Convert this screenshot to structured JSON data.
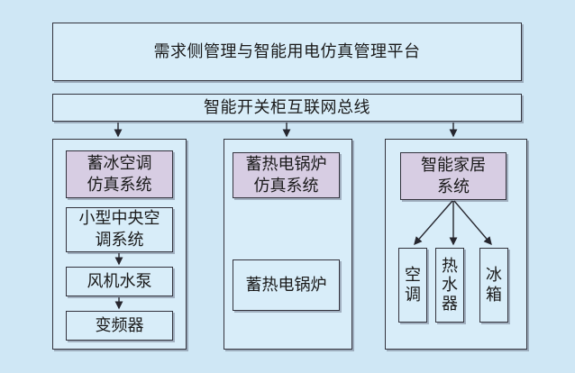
{
  "colors": {
    "background": "#cfe7f5",
    "box_fill": "#d8edf9",
    "header_fill": "#d7cde3",
    "border": "#33333d",
    "text": "#1a1a1a",
    "shadow": "rgba(96,102,122,0.45)",
    "arrow": "#26262e"
  },
  "platform_box": {
    "label": "需求侧管理与智能用电仿真管理平台"
  },
  "bus_box": {
    "label": "智能开关柜互联网总线"
  },
  "columns": [
    {
      "name": "ice-storage-ac-simulation",
      "header": "蓄冰空调\n仿真系统",
      "children": [
        "小型中央空\n调系统",
        "风机水泵",
        "变频器"
      ]
    },
    {
      "name": "heat-storage-boiler-simulation",
      "header": "蓄热电锅炉\n仿真系统",
      "children": [
        "蓄热电锅炉"
      ]
    },
    {
      "name": "smart-home-system",
      "header": "智能家居\n系统",
      "children": [
        "空调",
        "热水器",
        "冰箱"
      ]
    }
  ]
}
